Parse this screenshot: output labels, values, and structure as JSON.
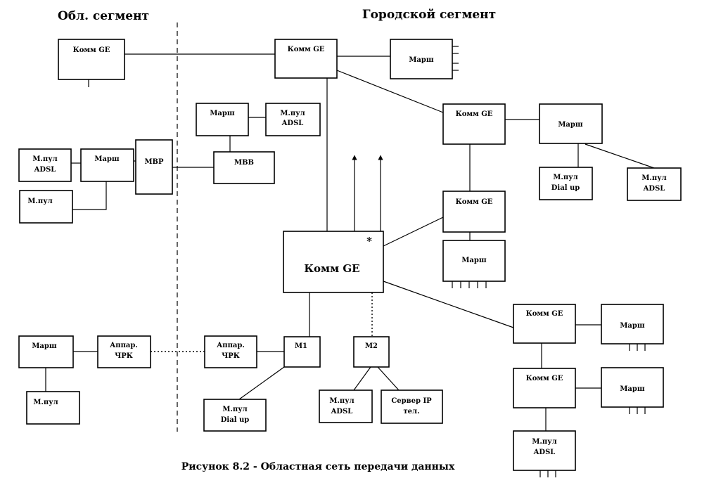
{
  "headers": {
    "regional": "Обл. сегмент",
    "city": "Городской сегмент"
  },
  "caption": "Рисунок 8.2 - Областная сеть передачи данных",
  "nodes": {
    "reg_switch": [
      "Комм GE"
    ],
    "top_switch": [
      "Комм GE"
    ],
    "top_router": [
      "Марш"
    ],
    "router_mid": [
      "Марш"
    ],
    "modem_pool_adsl_mid": [
      "М.пул",
      "ADSL"
    ],
    "mvv": [
      "МВВ"
    ],
    "switch_r1": [
      "Комм GE"
    ],
    "router_r1": [
      "Марш"
    ],
    "modem_pool_dialup_r1": [
      "М.пул",
      "Dial up"
    ],
    "modem_pool_adsl_r1": [
      "М.пул",
      "ADSL"
    ],
    "switch_r2": [
      "Комм GE"
    ],
    "router_r2": [
      "Марш"
    ],
    "modem_pool_adsl_left": [
      "М.пул",
      "ADSL"
    ],
    "router_left": [
      "Марш"
    ],
    "mvr": [
      "МВР"
    ],
    "modem_pool_left": [
      "М.пул"
    ],
    "core_switch": [
      "Комм GE"
    ],
    "core_star": "*",
    "router_bl": [
      "Марш"
    ],
    "modem_pool_bl": [
      "М.пул"
    ],
    "chrk_left": [
      "Аппар.",
      "ЧРК"
    ],
    "chrk_right": [
      "Аппар.",
      "ЧРК"
    ],
    "m1": [
      "М1"
    ],
    "m2": [
      "М2"
    ],
    "modem_pool_dialup_bottom": [
      "М.пул",
      "Dial up"
    ],
    "modem_pool_adsl_bottom": [
      "М.пул",
      "ADSL"
    ],
    "ip_server": [
      "Сервер IP",
      "тел."
    ],
    "switch_br1": [
      "Комм GE"
    ],
    "router_br1": [
      "Марш"
    ],
    "switch_br2": [
      "Комм GE"
    ],
    "router_br2": [
      "Марш"
    ],
    "modem_pool_adsl_br": [
      "М.пул",
      "ADSL"
    ]
  }
}
